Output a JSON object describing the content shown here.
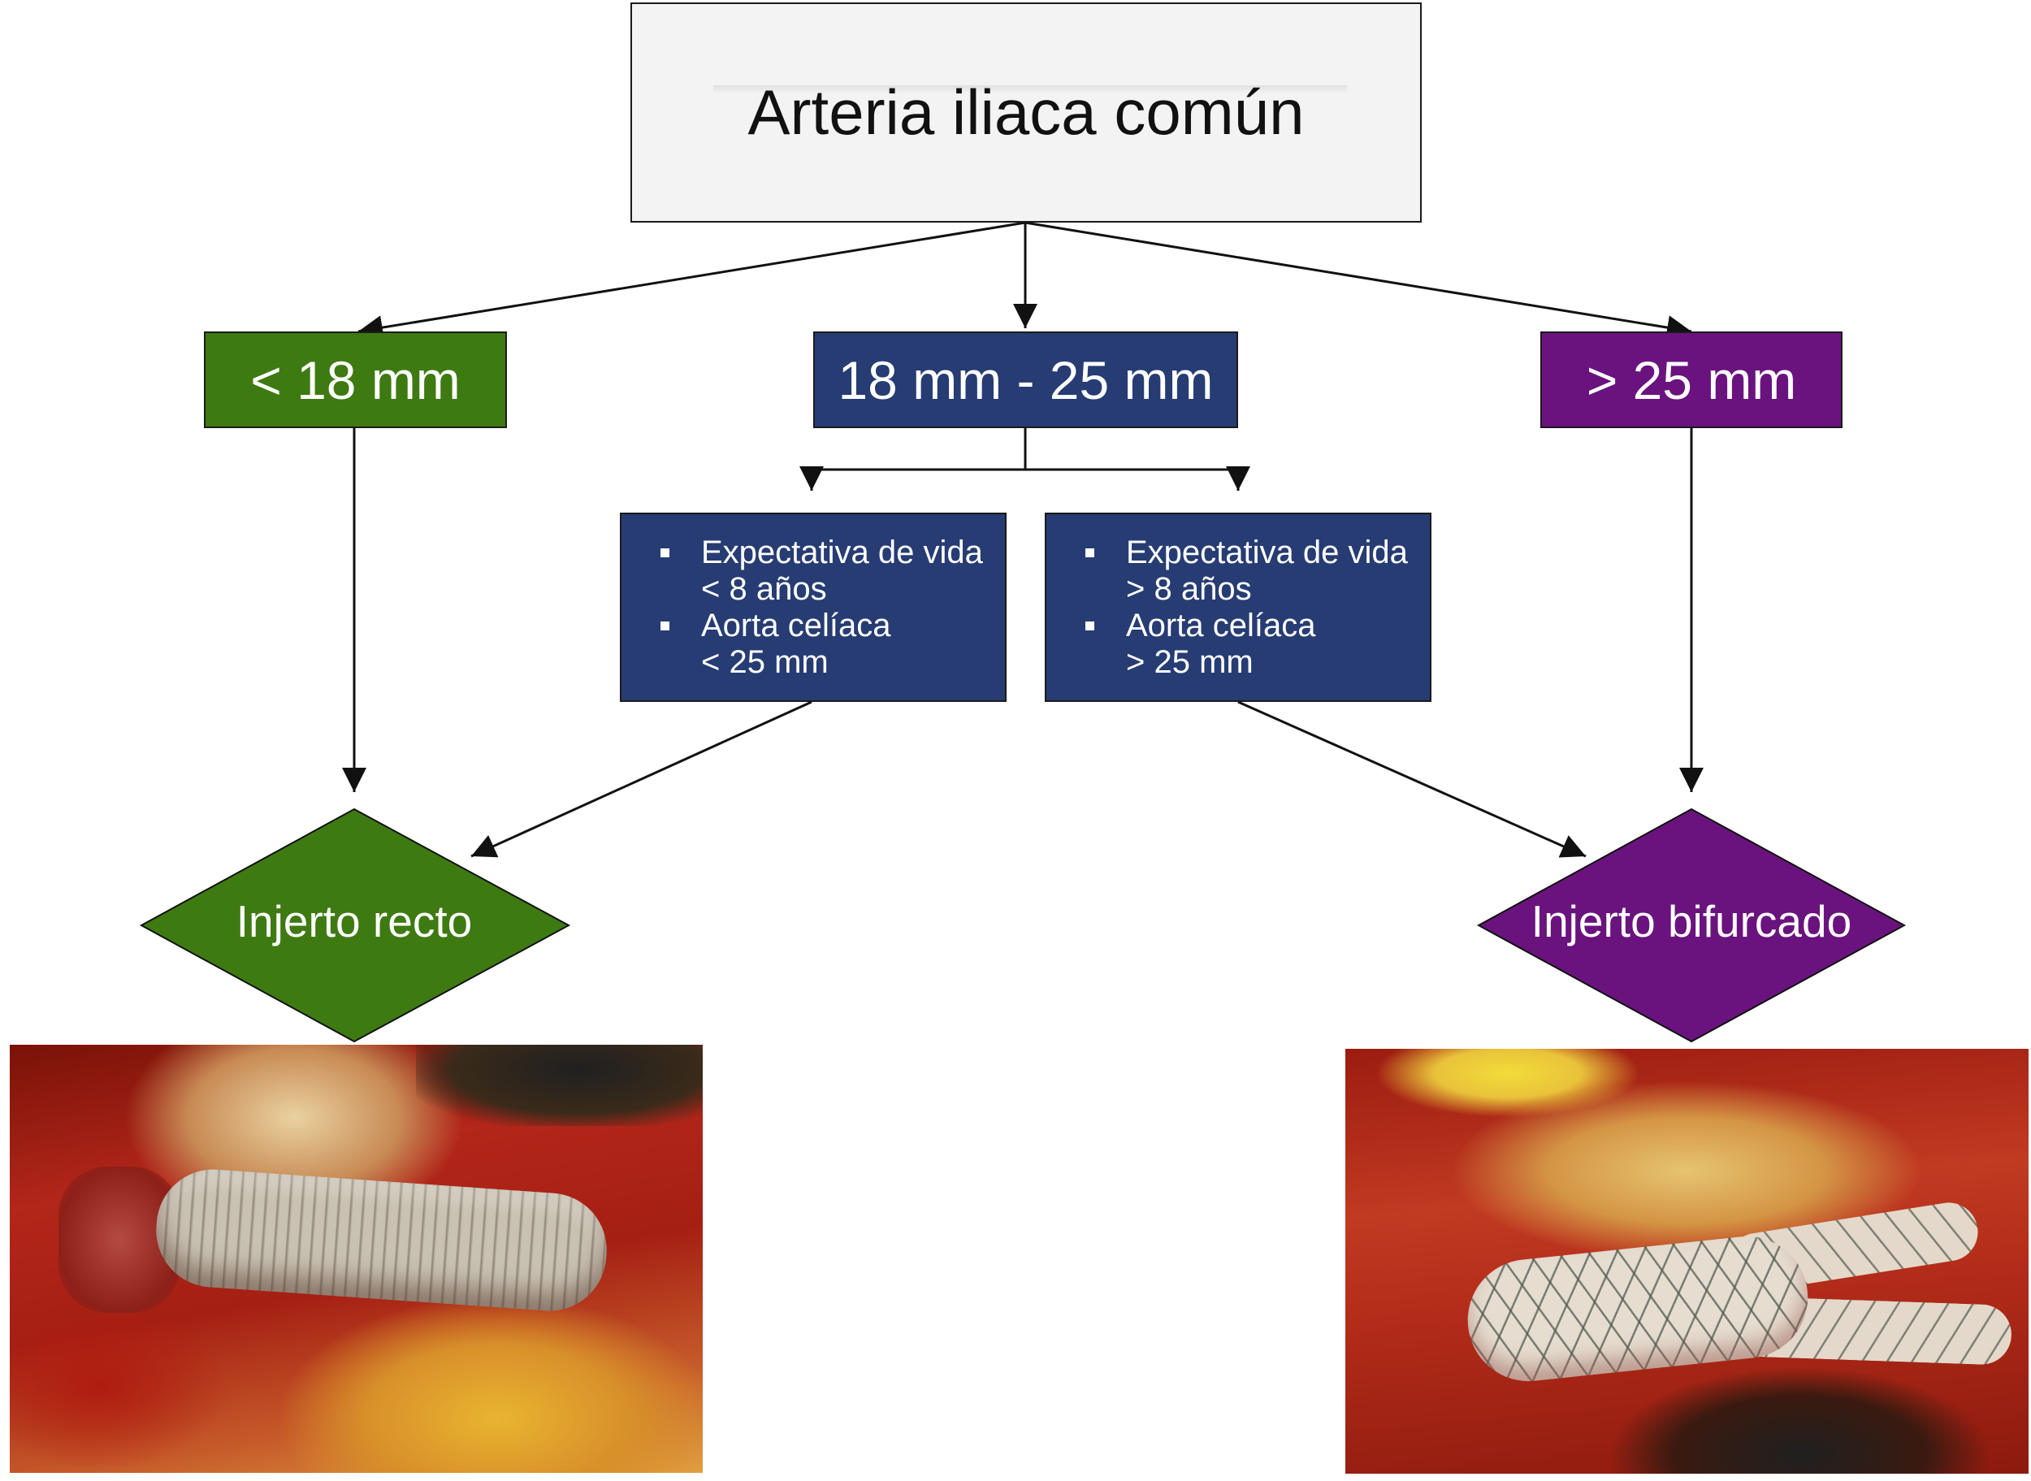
{
  "root": {
    "label": "Arteria iliaca común"
  },
  "ranges": {
    "low": "< 18 mm",
    "mid": "18 mm - 25 mm",
    "high": "> 25 mm"
  },
  "criteria_left": {
    "items": [
      {
        "line1": "Expectativa de vida",
        "line2": "< 8 años"
      },
      {
        "line1": "Aorta celíaca",
        "line2": "< 25 mm"
      }
    ]
  },
  "criteria_right": {
    "items": [
      {
        "line1": "Expectativa de vida",
        "line2": "> 8 años"
      },
      {
        "line1": "Aorta celíaca",
        "line2": "> 25 mm"
      }
    ]
  },
  "outcomes": {
    "straight": "Injerto recto",
    "bifurcated": "Injerto bifurcado"
  },
  "colors": {
    "green": "#3e7a12",
    "navy": "#263c73",
    "purple": "#6a137e",
    "root_fill": "#f3f3f3",
    "line": "#111111"
  }
}
